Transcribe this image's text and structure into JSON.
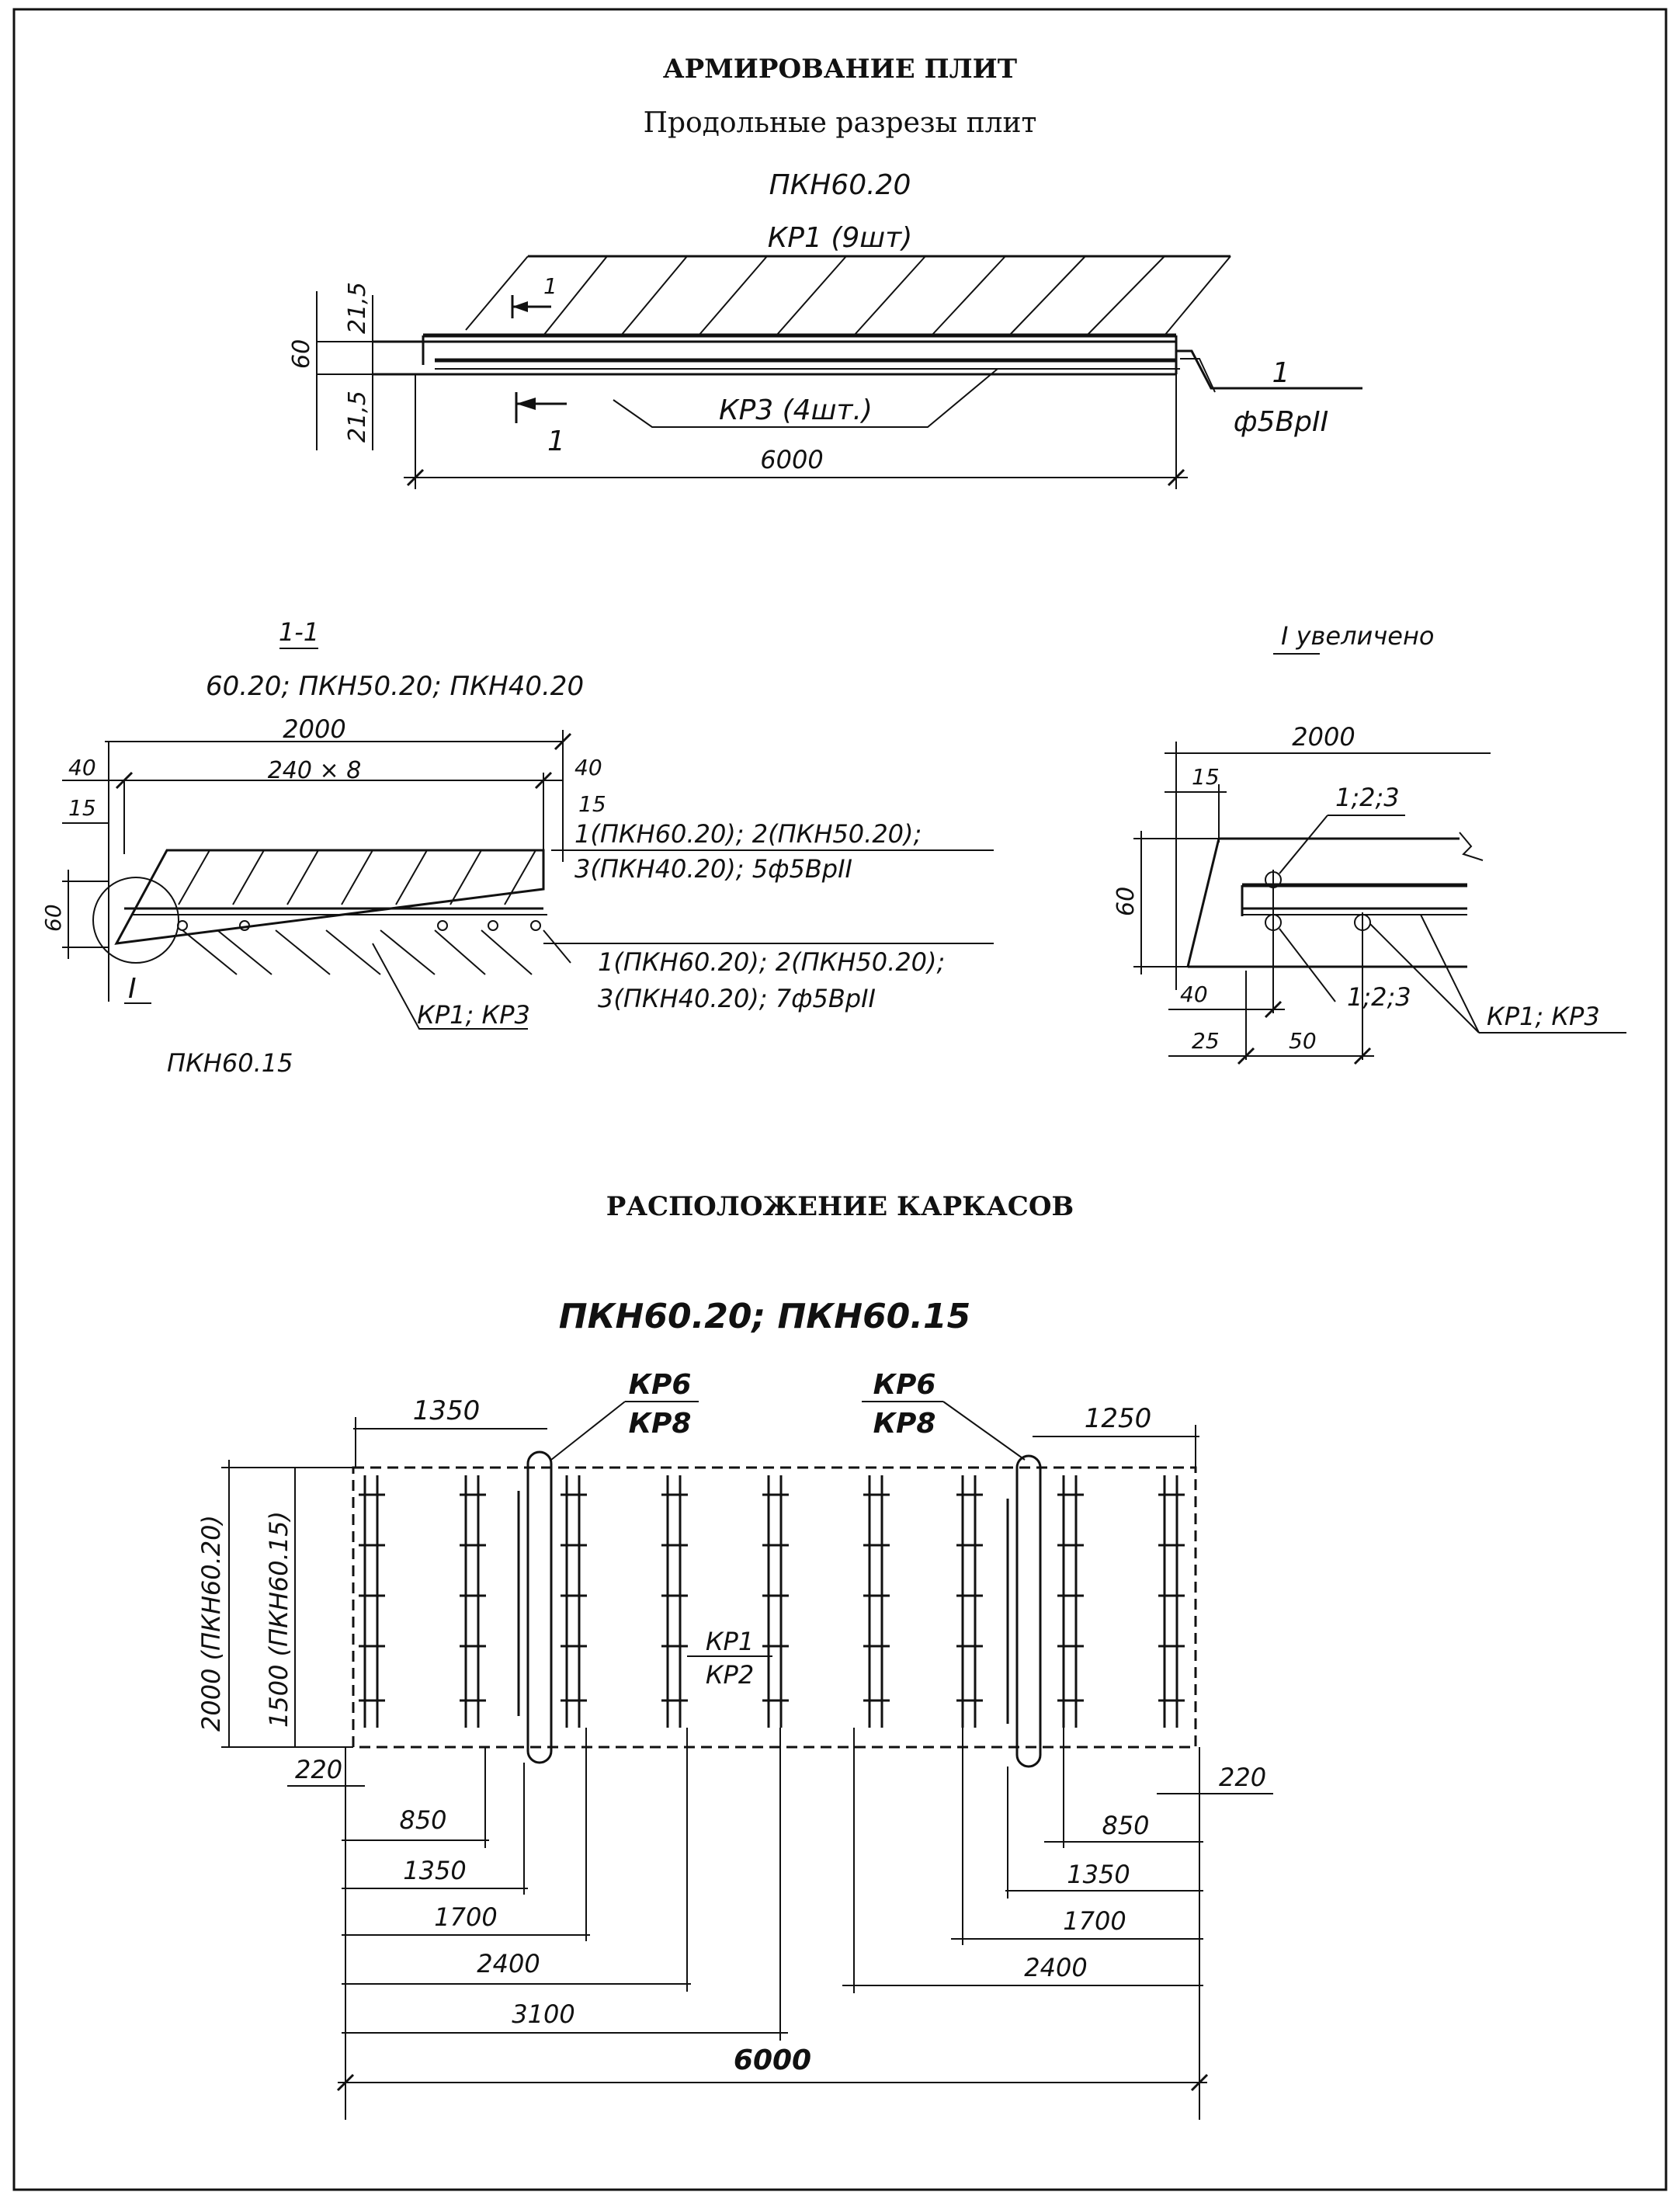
{
  "header": {
    "title": "АРМИРОВАНИЕ ПЛИТ",
    "subtitle": "Продольные разрезы плит",
    "slab_mark": "ПКН60.20"
  },
  "section_long": {
    "frame_top": "КР1 (9шт)",
    "frame_bottom": "КР3 (4шт.)",
    "dim_215_top": "21,5",
    "dim_60": "60",
    "dim_215_bottom": "21,5",
    "dim_6000": "6000",
    "cut_mark": "1",
    "bar_pos": "1",
    "bar_spec": "ф5ВрII"
  },
  "section_cross": {
    "title": "1-1",
    "marks": "60.20; ПКН50.20; ПКН40.20",
    "dim_2000": "2000",
    "dim_240x8": "240 × 8",
    "dim_40_left": "40",
    "dim_40_right": "40",
    "dim_15_left": "15",
    "dim_15_right": "15",
    "dim_60": "60",
    "node_mark": "I",
    "callout_top_1": "1(ПКН60.20); 2(ПКН50.20);",
    "callout_top_2": "3(ПКН40.20); 5ф5ВрII",
    "callout_bot_1": "1(ПКН60.20); 2(ПКН50.20);",
    "callout_bot_2": "3(ПКН40.20); 7ф5ВрII",
    "frames": "КР1; КР3",
    "slab_mark_bottom": "ПКН60.15"
  },
  "detail": {
    "title": "I увеличено",
    "dim_2000": "2000",
    "dim_15": "15",
    "dim_60": "60",
    "dim_40": "40",
    "dim_25": "25",
    "dim_50": "50",
    "label_top": "1;2;3",
    "label_bottom": "1;2;3",
    "frames": "КР1; КР3"
  },
  "plan": {
    "title": "РАСПОЛОЖЕНИЕ КАРКАСОВ",
    "marks": "ПКН60.20; ПКН60.15",
    "kp6_left": "КР6",
    "kp8_left": "КР8",
    "kp6_right": "КР6",
    "kp8_right": "КР8",
    "kp1": "КР1",
    "kp2": "КР2",
    "dim_1350_top": "1350",
    "dim_1250_top": "1250",
    "dim_side_2000": "2000 (ПКН60.20)",
    "dim_side_1500": "1500 (ПКН60.15)",
    "dim_220_left": "220",
    "dim_220_right": "220",
    "left_dims": [
      "850",
      "1350",
      "1700",
      "2400",
      "3100"
    ],
    "right_dims": [
      "850",
      "1350",
      "1700",
      "2400"
    ],
    "dim_6000": "6000"
  }
}
